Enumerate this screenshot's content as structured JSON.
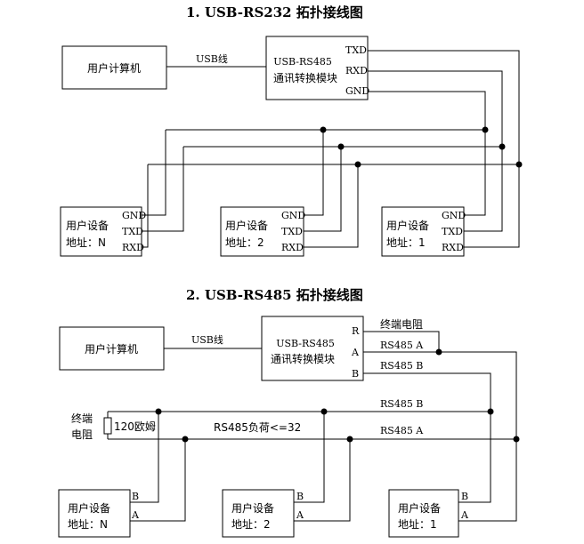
{
  "diagram1": {
    "title": "1. USB-RS232 拓扑接线图",
    "pc_label": "用户计算机",
    "usb_label": "USB线",
    "module": {
      "line1": "USB-RS485",
      "line2": "通讯转换模块",
      "pin1": "TXD",
      "pin2": "RXD",
      "pin3": "GND"
    },
    "devices": [
      {
        "line1": "用户设备",
        "line2": "地址：N",
        "pins": [
          "GND",
          "TXD",
          "RXD"
        ]
      },
      {
        "line1": "用户设备",
        "line2": "地址：2",
        "pins": [
          "GND",
          "TXD",
          "RXD"
        ]
      },
      {
        "line1": "用户设备",
        "line2": "地址：1",
        "pins": [
          "GND",
          "TXD",
          "RXD"
        ]
      }
    ]
  },
  "diagram2": {
    "title": "2. USB-RS485 拓扑接线图",
    "pc_label": "用户计算机",
    "usb_label": "USB线",
    "module": {
      "line1": "USB-RS485",
      "line2": "通讯转换模块",
      "pin1": "R",
      "pin2": "A",
      "pin3": "B"
    },
    "terminator_label": "终端电阻",
    "terminal_left_line1": "终端",
    "terminal_left_line2": "电阻",
    "resistor_label": "120欧姆",
    "load_label": "RS485负荷<=32",
    "bus_labels": {
      "a_top": "RS485  A",
      "b_top": "RS485  B",
      "b_mid": "RS485  B",
      "a_mid": "RS485  A"
    },
    "devices": [
      {
        "line1": "用户设备",
        "line2": "地址：N",
        "pins": [
          "B",
          "A"
        ]
      },
      {
        "line1": "用户设备",
        "line2": "地址：2",
        "pins": [
          "B",
          "A"
        ]
      },
      {
        "line1": "用户设备",
        "line2": "地址：1",
        "pins": [
          "B",
          "A"
        ]
      }
    ]
  }
}
